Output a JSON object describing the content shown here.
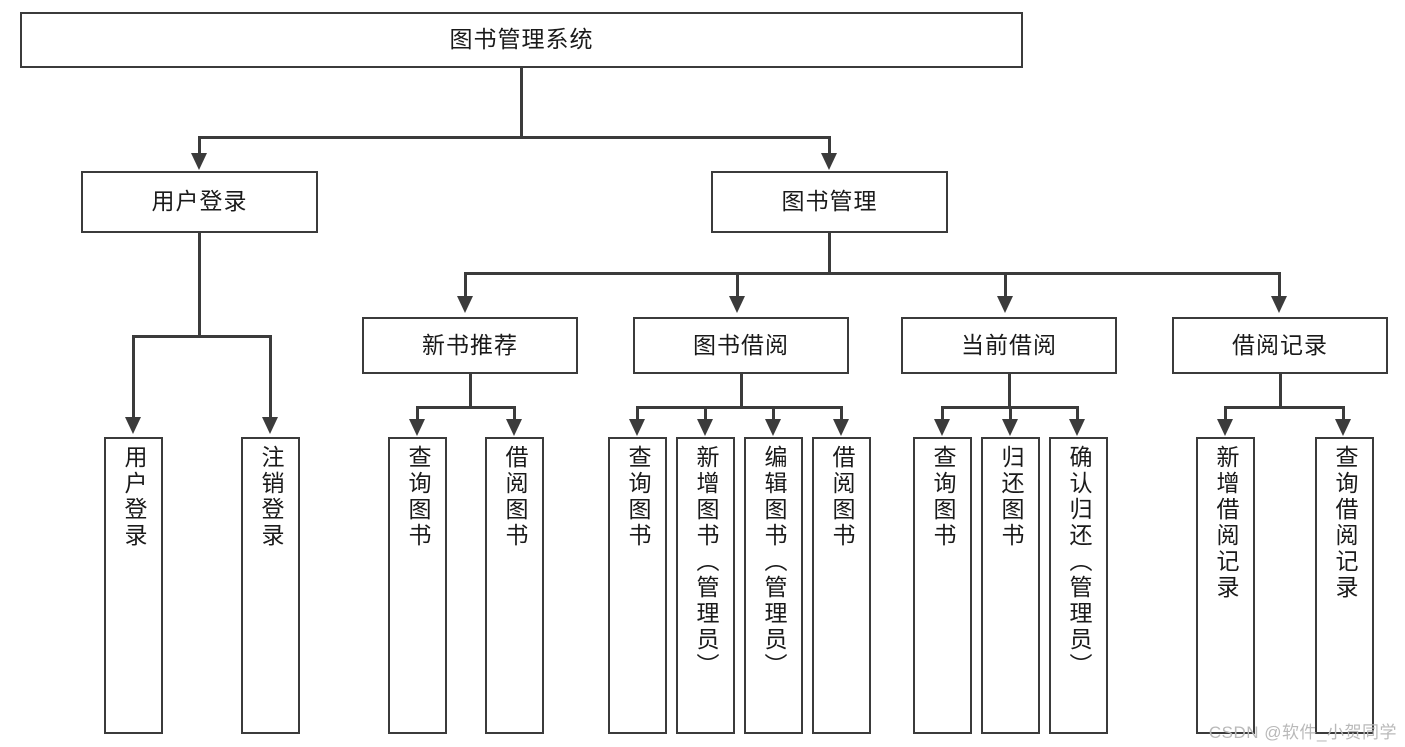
{
  "diagram": {
    "type": "tree-hierarchy",
    "root": {
      "label": "图书管理系统"
    },
    "level2": [
      {
        "label": "用户登录"
      },
      {
        "label": "图书管理"
      }
    ],
    "level3": [
      {
        "label": "新书推荐"
      },
      {
        "label": "图书借阅"
      },
      {
        "label": "当前借阅"
      },
      {
        "label": "借阅记录"
      }
    ],
    "leaves": {
      "user_login": [
        {
          "label": "用户登录"
        },
        {
          "label": "注销登录"
        }
      ],
      "new_book_recommend": [
        {
          "label": "查询图书"
        },
        {
          "label": "借阅图书"
        }
      ],
      "book_borrow": [
        {
          "label": "查询图书"
        },
        {
          "label": "新增图书（管理员）"
        },
        {
          "label": "编辑图书（管理员）"
        },
        {
          "label": "借阅图书"
        }
      ],
      "current_borrow": [
        {
          "label": "查询图书"
        },
        {
          "label": "归还图书"
        },
        {
          "label": "确认归还（管理员）"
        }
      ],
      "borrow_record": [
        {
          "label": "新增借阅记录"
        },
        {
          "label": "查询借阅记录"
        }
      ]
    }
  },
  "watermark": {
    "text": "CSDN @软件_小贺同学"
  },
  "colors": {
    "stroke": "#3b3b3b",
    "fill": "#ffffff",
    "text": "#1a1a1a",
    "watermark": "#b9b9b9"
  }
}
